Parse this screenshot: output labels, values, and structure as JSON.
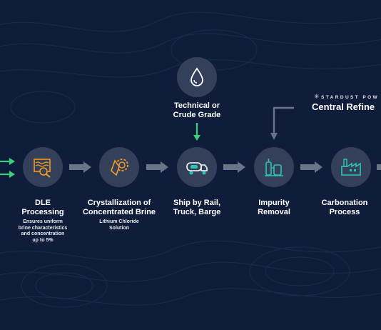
{
  "brand": {
    "logo_text": "STARDUST POW",
    "refinery_label": "Central Refine"
  },
  "colors": {
    "background": "#0f1d3a",
    "circle": "#34405a",
    "accent_orange": "#f39a1f",
    "accent_teal": "#2cc4b3",
    "accent_green": "#36d27a",
    "arrow_gray": "#6b7588"
  },
  "input": {
    "title_line1": "Technical or",
    "title_line2": "Crude Grade",
    "icon": "water-drop-icon"
  },
  "steps": [
    {
      "title_line1": "DLE",
      "title_line2": "Processing",
      "sub_lines": [
        "Ensures uniform",
        "brine characteristics",
        "and concentration",
        "up to 5%"
      ],
      "icon": "dle-filter-icon"
    },
    {
      "title_line1": "Crystallization of",
      "title_line2": "Concentrated Brine",
      "sub_lines": [
        "Lithium Chloride",
        "Solution"
      ],
      "icon": "crystal-gear-icon"
    },
    {
      "title_line1": "Ship by Rail,",
      "title_line2": "Truck, Barge",
      "sub_lines": [],
      "icon": "tanker-truck-icon"
    },
    {
      "title_line1": "Impurity",
      "title_line2": "Removal",
      "sub_lines": [],
      "icon": "tanks-icon"
    },
    {
      "title_line1": "Carbonation",
      "title_line2": "Process",
      "sub_lines": [],
      "icon": "factory-icon"
    }
  ]
}
